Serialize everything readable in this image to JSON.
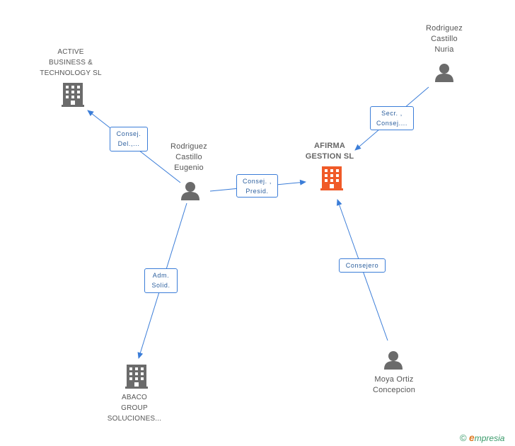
{
  "nodes": {
    "active_business": {
      "label": "ACTIVE\nBUSINESS &\nTECHNOLOGY SL",
      "type": "company"
    },
    "afirma_gestion": {
      "label": "AFIRMA\nGESTION SL",
      "type": "company-main"
    },
    "abaco_group": {
      "label": "ABACO\nGROUP\nSOLUCIONES...",
      "type": "company"
    },
    "rodriguez_eugenio": {
      "label": "Rodriguez\nCastillo\nEugenio",
      "type": "person"
    },
    "rodriguez_nuria": {
      "label": "Rodriguez\nCastillo\nNuria",
      "type": "person"
    },
    "moya_ortiz": {
      "label": "Moya Ortiz\nConcepcion",
      "type": "person"
    }
  },
  "edges": {
    "eugenio_to_active": {
      "label": "Consej.\nDel.,..."
    },
    "eugenio_to_afirma": {
      "label": "Consej. ,\nPresid."
    },
    "nuria_to_afirma": {
      "label": "Secr. ,\nConsej...."
    },
    "moya_to_afirma": {
      "label": "Consejero"
    },
    "eugenio_to_abaco": {
      "label": "Adm.\nSolid."
    }
  },
  "colors": {
    "edge": "#3b7dd8",
    "company_icon": "#6b6b6b",
    "main_company_icon": "#f05a28",
    "person_icon": "#6b6b6b"
  },
  "footer": {
    "copyright": "©",
    "brand_initial": "e",
    "brand_rest": "mpresia"
  }
}
